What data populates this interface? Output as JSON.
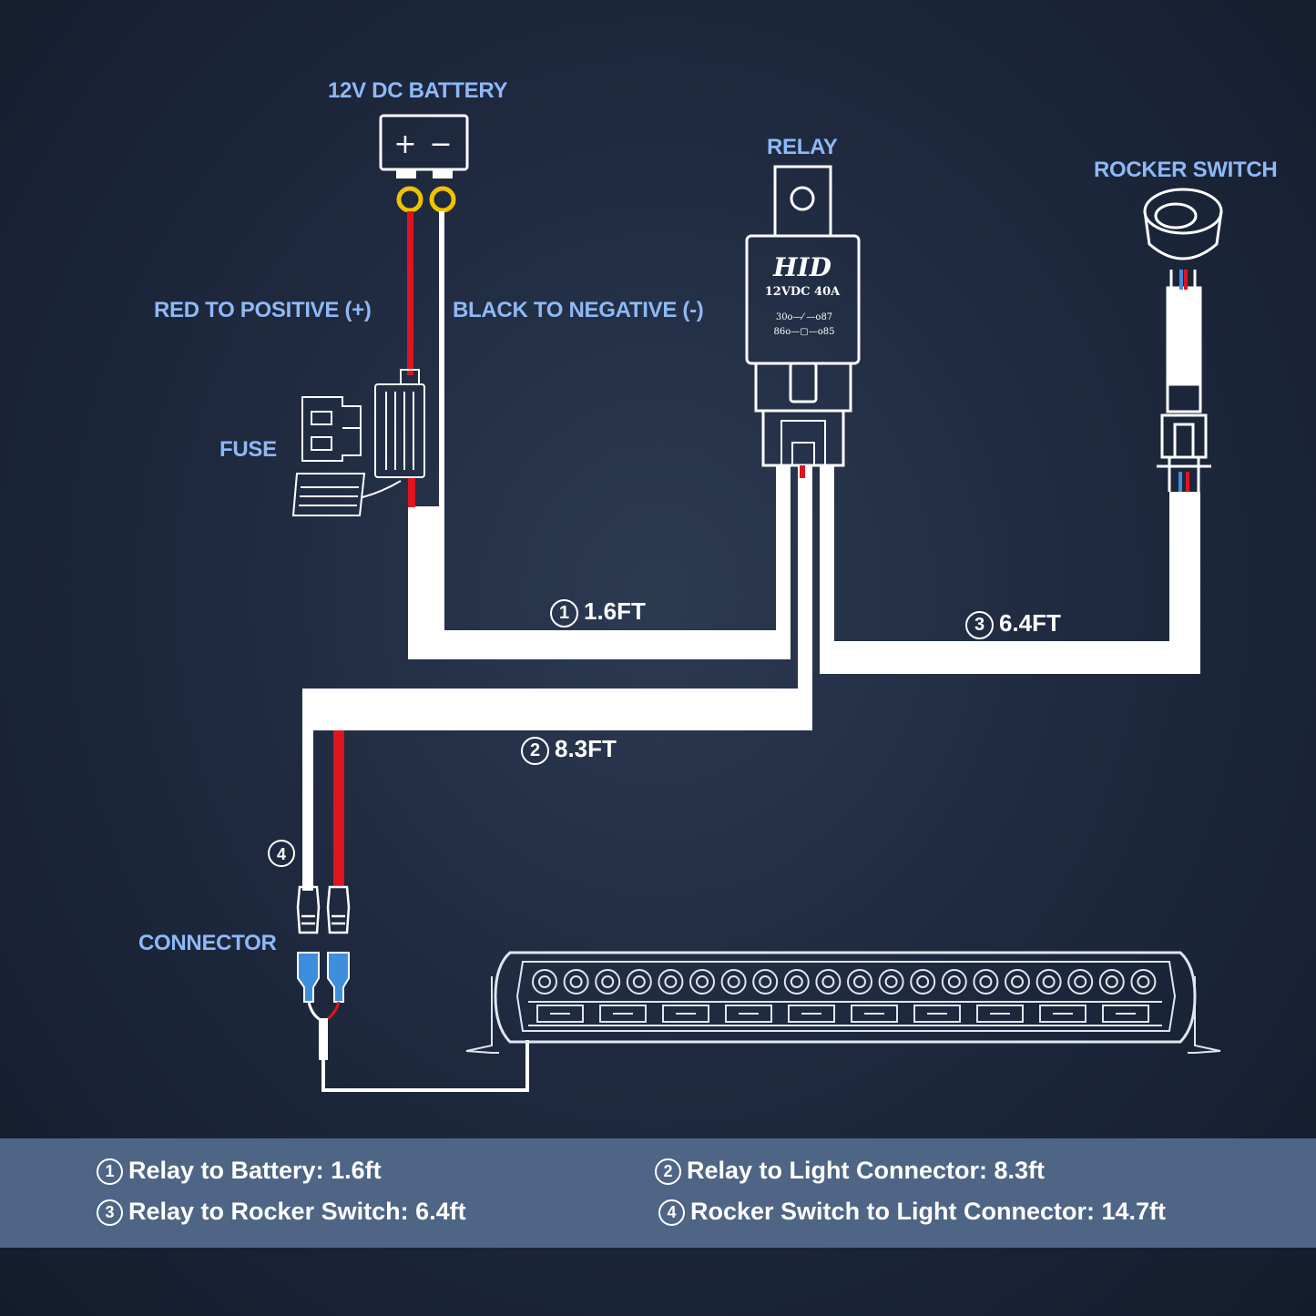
{
  "labels": {
    "battery": "12V DC BATTERY",
    "relay": "RELAY",
    "rocker_switch": "ROCKER SWITCH",
    "red_wire": "RED TO POSITIVE (+)",
    "black_wire": "BLACK TO NEGATIVE (-)",
    "fuse": "FUSE",
    "connector": "CONNECTOR"
  },
  "battery_terminals": {
    "positive": "+",
    "negative": "−"
  },
  "relay_text": {
    "brand": "HID",
    "rating": "12VDC 40A",
    "pins_top": "30o—⁄ —o87",
    "pins_bottom": "86o—▢—o85"
  },
  "wire_lengths": [
    {
      "num": "1",
      "text": "1.6FT"
    },
    {
      "num": "2",
      "text": "8.3FT"
    },
    {
      "num": "3",
      "text": "6.4FT"
    },
    {
      "num": "4",
      "text": ""
    }
  ],
  "legend": [
    {
      "num": "1",
      "text": "Relay to Battery: 1.6ft"
    },
    {
      "num": "2",
      "text": "Relay to Light Connector: 8.3ft"
    },
    {
      "num": "3",
      "text": "Relay to Rocker Switch: 6.4ft"
    },
    {
      "num": "4",
      "text": "Rocker Switch to Light Connector: 14.7ft"
    }
  ],
  "colors": {
    "label_blue": "#8fb8f5",
    "wire_red": "#e0141e",
    "ring_terminal": "#f2c200",
    "legend_bar": "#4e6586",
    "connector_blue": "#3e8ede"
  }
}
